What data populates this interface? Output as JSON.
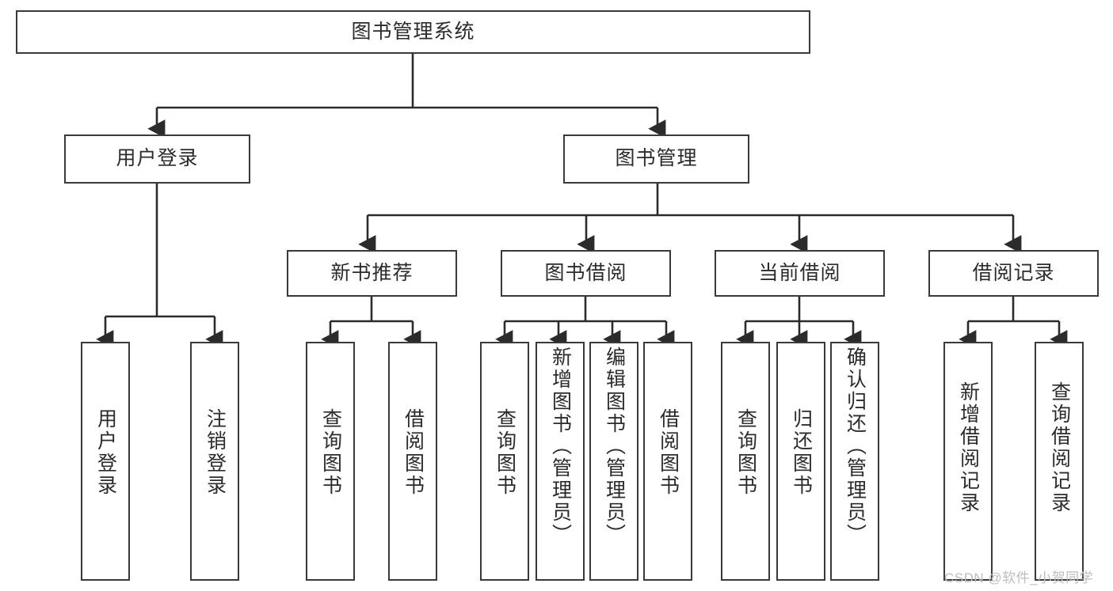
{
  "diagram": {
    "title": "图书管理系统",
    "type": "tree-hierarchy-chart",
    "orientation": "top-down",
    "colors": {
      "node_border": "#3a3a3a",
      "node_fill": "#ffffff",
      "edge": "#2b2b2b",
      "text": "#2b2b2b",
      "background": "#ffffff",
      "watermark": "#bdbdbd"
    }
  },
  "nodes": {
    "root": {
      "label": "图书管理系统"
    },
    "level2": [
      {
        "id": "user-login",
        "label": "用户登录"
      },
      {
        "id": "book-management",
        "label": "图书管理"
      }
    ],
    "level3": [
      {
        "id": "new-book-recommend",
        "label": "新书推荐"
      },
      {
        "id": "book-borrow",
        "label": "图书借阅"
      },
      {
        "id": "current-borrow",
        "label": "当前借阅"
      },
      {
        "id": "borrow-record",
        "label": "借阅记录"
      }
    ],
    "leaves": {
      "user_login": [
        {
          "id": "leaf-user-login",
          "label": "用户登录"
        },
        {
          "id": "leaf-logout-login",
          "label": "注销登录"
        }
      ],
      "new_book_recommend": [
        {
          "id": "leaf-query-book-1",
          "label": "查询图书"
        },
        {
          "id": "leaf-borrow-book-1",
          "label": "借阅图书"
        }
      ],
      "book_borrow": [
        {
          "id": "leaf-query-book-2",
          "label": "查询图书"
        },
        {
          "id": "leaf-add-book",
          "label": "新增图书（管理员）"
        },
        {
          "id": "leaf-edit-book",
          "label": "编辑图书（管理员）"
        },
        {
          "id": "leaf-borrow-book-2",
          "label": "借阅图书"
        }
      ],
      "current_borrow": [
        {
          "id": "leaf-query-book-3",
          "label": "查询图书"
        },
        {
          "id": "leaf-return-book",
          "label": "归还图书"
        },
        {
          "id": "leaf-confirm-return",
          "label": "确认归还（管理员）"
        }
      ],
      "borrow_record": [
        {
          "id": "leaf-add-record",
          "label": "新增借阅记录"
        },
        {
          "id": "leaf-query-record",
          "label": "查询借阅记录"
        }
      ]
    }
  },
  "watermark": {
    "text": "CSDN @软件_小贺同学"
  }
}
